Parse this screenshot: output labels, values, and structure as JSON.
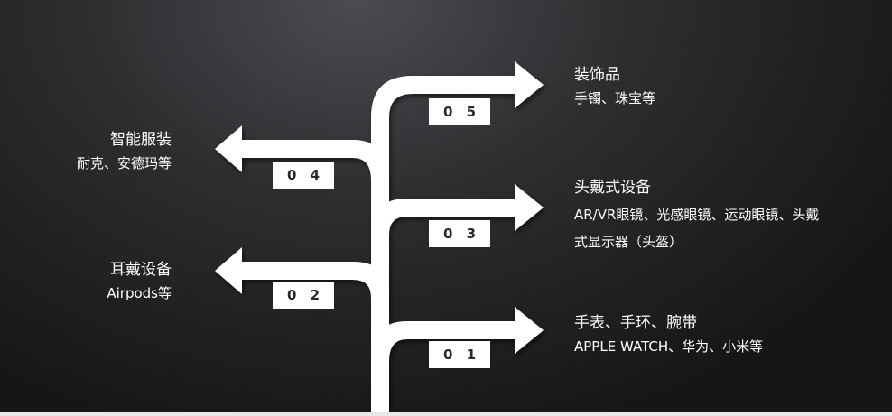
{
  "branches": [
    {
      "num": "0 1",
      "title": "手表、手环、腕带",
      "desc": [
        "APPLE WATCH、华为、小米等"
      ]
    },
    {
      "num": "0 2",
      "title": "耳戴设备",
      "desc": [
        "Airpods等"
      ]
    },
    {
      "num": "0 3",
      "title": "头戴式设备",
      "desc": [
        "AR/VR眼镜、光感眼镜、运动眼镜、头戴",
        "式显示器（头盔）"
      ]
    },
    {
      "num": "0 4",
      "title": "智能服装",
      "desc": [
        "耐克、安德玛等"
      ]
    },
    {
      "num": "0 5",
      "title": "装饰品",
      "desc": [
        "手镯、珠宝等"
      ]
    }
  ],
  "colors": {
    "arrow": "#ffffff",
    "tag_text": "#2a2a2a",
    "text": "#ffffff"
  }
}
